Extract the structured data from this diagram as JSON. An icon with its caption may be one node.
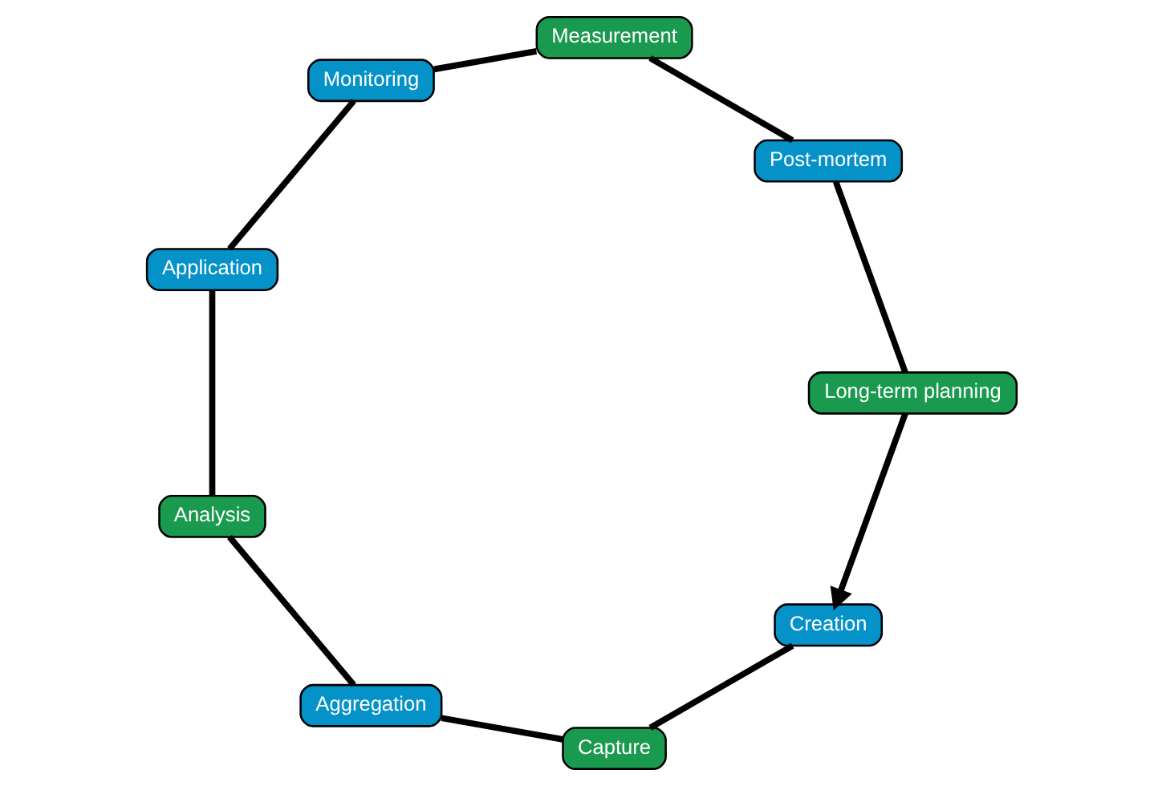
{
  "diagram": {
    "nodes": [
      {
        "text": [
          "Creation"
        ]
      },
      {
        "text": [
          "Capture"
        ]
      },
      {
        "text": [
          "Aggregation"
        ]
      },
      {
        "text": [
          "Analysis"
        ]
      },
      {
        "text": [
          "Application"
        ]
      },
      {
        "text": [
          "Monitoring"
        ]
      },
      {
        "text": [
          "Measurement"
        ]
      },
      {
        "text": [
          "Post-mortem"
        ]
      },
      {
        "text": [
          "Long-term planning"
        ]
      }
    ],
    "edges": [
      {
        "from": 0,
        "to": 1,
        "arrow": "none"
      },
      {
        "from": 1,
        "to": 2,
        "arrow": "none"
      },
      {
        "from": 2,
        "to": 3,
        "arrow": "none"
      },
      {
        "from": 3,
        "to": 4,
        "arrow": "none"
      },
      {
        "from": 4,
        "to": 5,
        "arrow": "none"
      },
      {
        "from": 5,
        "to": 6,
        "arrow": "none"
      },
      {
        "from": 6,
        "to": 7,
        "arrow": "none"
      },
      {
        "from": 7,
        "to": 8,
        "arrow": "none"
      },
      {
        "from": 8,
        "to": 0,
        "arrow": "to"
      }
    ]
  }
}
